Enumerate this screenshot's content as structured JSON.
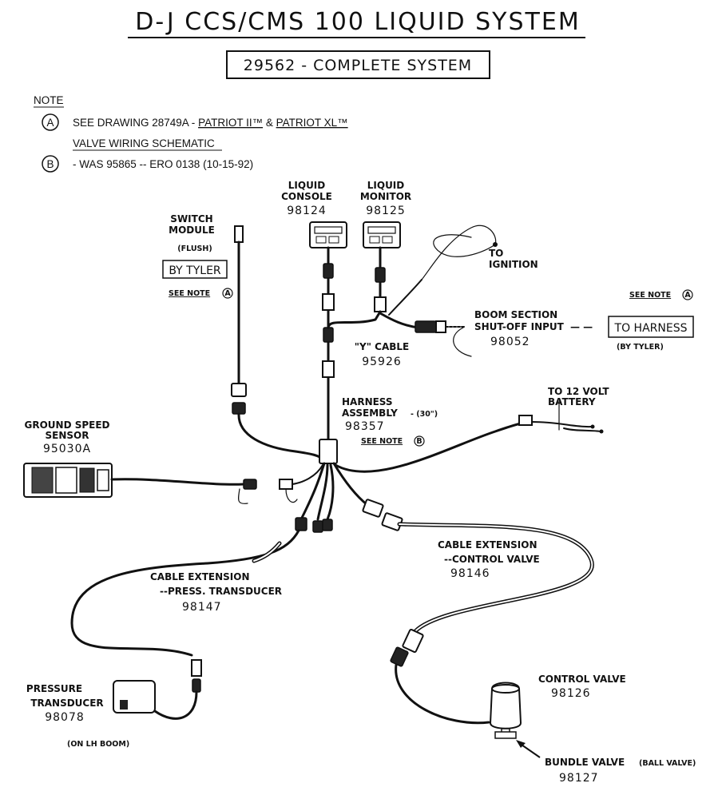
{
  "title": "D-J CCS/CMS 100 LIQUID SYSTEM",
  "subtitle": "29562 - COMPLETE SYSTEM",
  "notes": {
    "heading": "NOTE",
    "a_marker": "A",
    "a_text_pre": "SEE DRAWING 28749A - ",
    "a_link1": "PATRIOT II™",
    "a_amp": " & ",
    "a_link2": "PATRIOT XL™",
    "a_line2": "VALVE WIRING SCHEMATIC",
    "b_marker": "B",
    "b_text": "- WAS 95865 -- ERO 0138  (10-15-92)"
  },
  "components": {
    "console": {
      "line1": "LIQUID",
      "line2": "CONSOLE",
      "part": "98124"
    },
    "monitor": {
      "line1": "LIQUID",
      "line2": "MONITOR",
      "part": "98125"
    },
    "switch": {
      "line1": "SWITCH",
      "line2": "MODULE",
      "flush": "(FLUSH)",
      "by": "BY TYLER",
      "see_note": "SEE NOTE",
      "note_marker": "A"
    },
    "ignition": {
      "line1": "TO",
      "line2": "IGNITION"
    },
    "boom": {
      "line1": "BOOM SECTION",
      "line2": "SHUT-OFF INPUT",
      "dash": "— —",
      "part": "98052",
      "see_note": "SEE NOTE",
      "note_marker": "A",
      "to_harness": "TO HARNESS",
      "by": "(BY TYLER)"
    },
    "y_cable": {
      "label": "\"Y\" CABLE",
      "part": "95926"
    },
    "battery": {
      "line1": "TO 12 VOLT",
      "line2": "BATTERY"
    },
    "harness": {
      "line1": "HARNESS",
      "line2": "ASSEMBLY",
      "length": "- (30\")",
      "part": "98357",
      "see_note": "SEE NOTE",
      "note_marker": "B"
    },
    "ground_speed": {
      "line1": "GROUND SPEED",
      "line2": "SENSOR",
      "part": "95030A"
    },
    "ext_pressure": {
      "line1": "CABLE EXTENSION",
      "line2": "--PRESS. TRANSDUCER",
      "part": "98147"
    },
    "ext_control": {
      "line1": "CABLE EXTENSION",
      "line2": "--CONTROL VALVE",
      "part": "98146"
    },
    "pressure": {
      "line1": "PRESSURE",
      "line2": "TRANSDUCER",
      "part": "98078",
      "note": "(ON LH BOOM)"
    },
    "control_valve": {
      "line1": "CONTROL VALVE",
      "part": "98126"
    },
    "bundle_valve": {
      "line1": "BUNDLE VALVE",
      "type": "(BALL VALVE)",
      "part": "98127"
    }
  }
}
